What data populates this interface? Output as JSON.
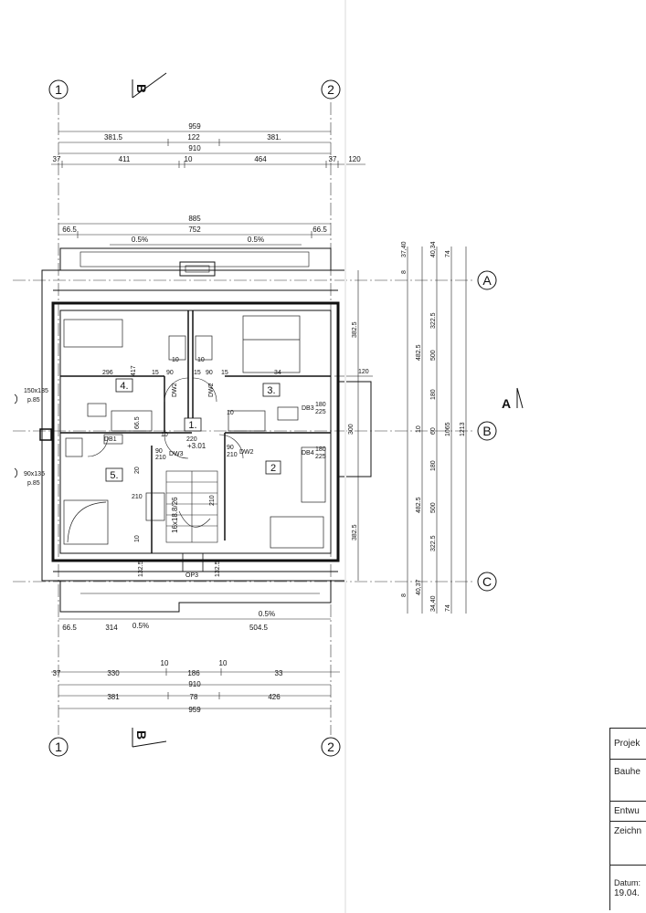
{
  "axes": {
    "col1": "1",
    "col2": "2",
    "rowA": "A",
    "rowB": "B",
    "rowC": "C"
  },
  "sections": {
    "b_top": "B",
    "b_bottom": "B",
    "a_right": "A"
  },
  "top_dims": {
    "overall": "959",
    "row1": [
      "381.5",
      "122",
      "381."
    ],
    "total2": "910",
    "row3": [
      "37",
      "411",
      "10",
      "464",
      "37",
      "120"
    ],
    "inner": "885",
    "row5": [
      "66.5",
      "752",
      "66.5"
    ],
    "slope_left": "0.5%",
    "slope_right": "0.5%"
  },
  "bottom_dims": {
    "row1": [
      "66.5",
      "314",
      "0.5%",
      "504.5"
    ],
    "slope_right": "0.5%",
    "row2": [
      "37",
      "330",
      "10",
      "186",
      "10",
      "33"
    ],
    "total": "910",
    "row3": [
      "381",
      "78",
      "426"
    ],
    "overall": "959"
  },
  "right_dims": {
    "a": [
      "8",
      "37,40",
      "40,34",
      "74"
    ],
    "b": [
      "382.5",
      "322.5",
      "482.5",
      "500",
      "180",
      "10",
      "60",
      "1065",
      "1213",
      "180",
      "482.5",
      "500",
      "322.5",
      "382.5"
    ],
    "c": [
      "8",
      "40,37",
      "34,40",
      "74"
    ],
    "balcony": "120",
    "balcony_depth": "300"
  },
  "left_labels": {
    "window1": "150x135",
    "window1_sill": "p.85",
    "window2": "90x135",
    "window2_sill": "p.85"
  },
  "rooms": {
    "r1": "1.",
    "r2": "2",
    "r3": "3.",
    "r4": "4.",
    "r5": "5."
  },
  "annotations": {
    "room4_dims": [
      "296",
      "417",
      "15",
      "90",
      "10",
      "15",
      "90",
      "15",
      "10"
    ],
    "room3_dim": "34",
    "hall": [
      "220",
      "+3.01",
      "90",
      "210",
      "90",
      "210",
      "10",
      "10"
    ],
    "doors": [
      "DW2",
      "DW2",
      "DW3",
      "DW2",
      "DB3",
      "DB4",
      "DB1",
      "OP3"
    ],
    "door_sizes": [
      "180",
      "225",
      "180",
      "225"
    ],
    "stair": "16x18.8/26",
    "room5_dims": [
      "210",
      "20",
      "10",
      "210",
      "66.5"
    ],
    "bottom_small": [
      "132.5",
      "132.5"
    ]
  },
  "titleblock": {
    "projekt": "Projek",
    "bauherr": "Bauhe",
    "entwurf": "Entwu",
    "zeichnung": "Zeichn",
    "datum_label": "Datum:",
    "datum": "19.04."
  }
}
